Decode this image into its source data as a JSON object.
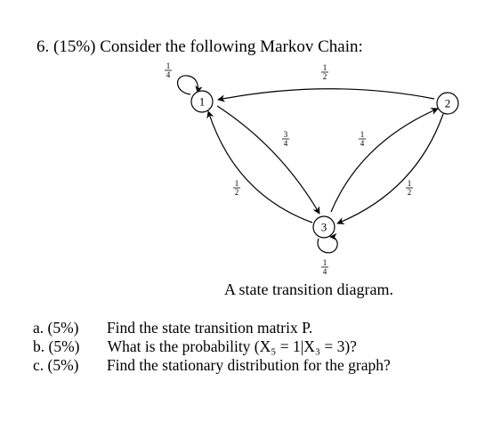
{
  "question": {
    "title": "6. (15%) Consider the following Markov Chain:"
  },
  "diagram": {
    "caption": "A state transition diagram.",
    "nodes": [
      {
        "id": "1",
        "label": "1"
      },
      {
        "id": "2",
        "label": "2"
      },
      {
        "id": "3",
        "label": "3"
      }
    ],
    "edges": [
      {
        "from": "1",
        "to": "1",
        "num": "1",
        "den": "4"
      },
      {
        "from": "2",
        "to": "1",
        "num": "1",
        "den": "2"
      },
      {
        "from": "1",
        "to": "3",
        "num": "3",
        "den": "4"
      },
      {
        "from": "3",
        "to": "1",
        "num": "1",
        "den": "2"
      },
      {
        "from": "3",
        "to": "2",
        "num": "1",
        "den": "4"
      },
      {
        "from": "2",
        "to": "3",
        "num": "1",
        "den": "2"
      },
      {
        "from": "3",
        "to": "3",
        "num": "1",
        "den": "4"
      }
    ]
  },
  "parts": [
    {
      "letter": "a.",
      "weight": "(5%)",
      "text": "Find the state transition matrix P."
    },
    {
      "letter": "b.",
      "weight": "(5%)",
      "text": "What is the probability (X₅ = 1|X₃ = 3)?"
    },
    {
      "letter": "c.",
      "weight": "(5%)",
      "text": "Find the stationary distribution for the graph?"
    }
  ]
}
